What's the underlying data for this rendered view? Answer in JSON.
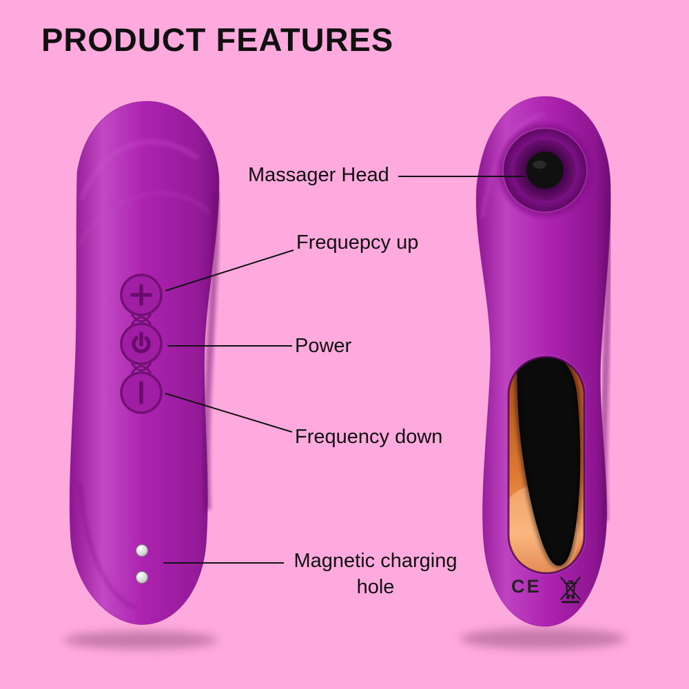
{
  "page": {
    "title": "PRODUCT FEATURES",
    "background_color": "#FFAADF"
  },
  "callouts": {
    "massager_head": "Massager Head",
    "frequency_up": "Frequepcy up",
    "power": "Power",
    "frequency_down": "Frequency down",
    "magnetic_charging_line1": "Magnetic charging",
    "magnetic_charging_line2": "hole"
  },
  "device": {
    "body_color": "#AC22AF",
    "body_highlight": "#CE5CD0",
    "body_shadow": "#6A0C6E",
    "button_icons": [
      "plus-icon",
      "power-icon",
      "minus-icon"
    ],
    "massager_head_hole_color": "#101010",
    "interior_glow_color": "#E07A33",
    "charging_contact_color": "#D5D5D5"
  },
  "certifications": {
    "ce_mark": "CE",
    "weee_icon": "crossed-out-wheeled-bin-icon"
  }
}
